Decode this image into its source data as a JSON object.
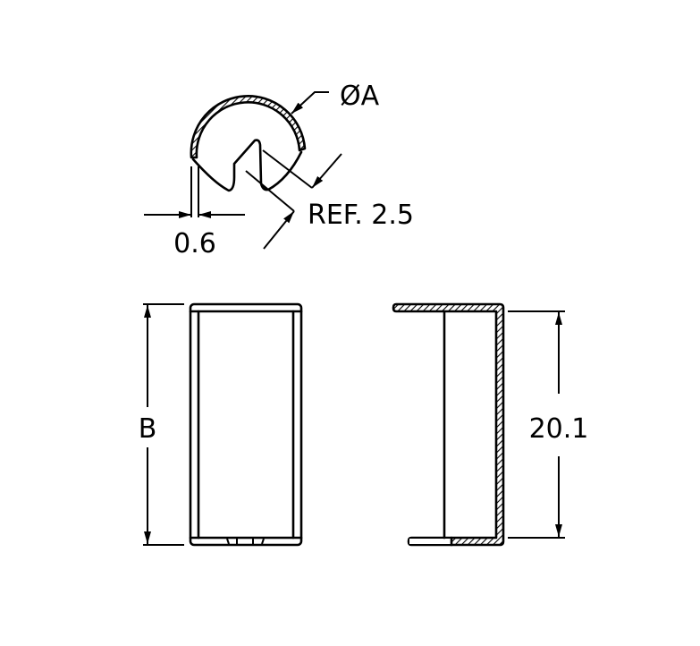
{
  "labels": {
    "diameter": "ØA",
    "thickness": "0.6",
    "ref": "REF. 2.5",
    "height_b": "B",
    "height_fixed": "20.1"
  },
  "colors": {
    "ink": "#000000",
    "paper": "#ffffff"
  }
}
